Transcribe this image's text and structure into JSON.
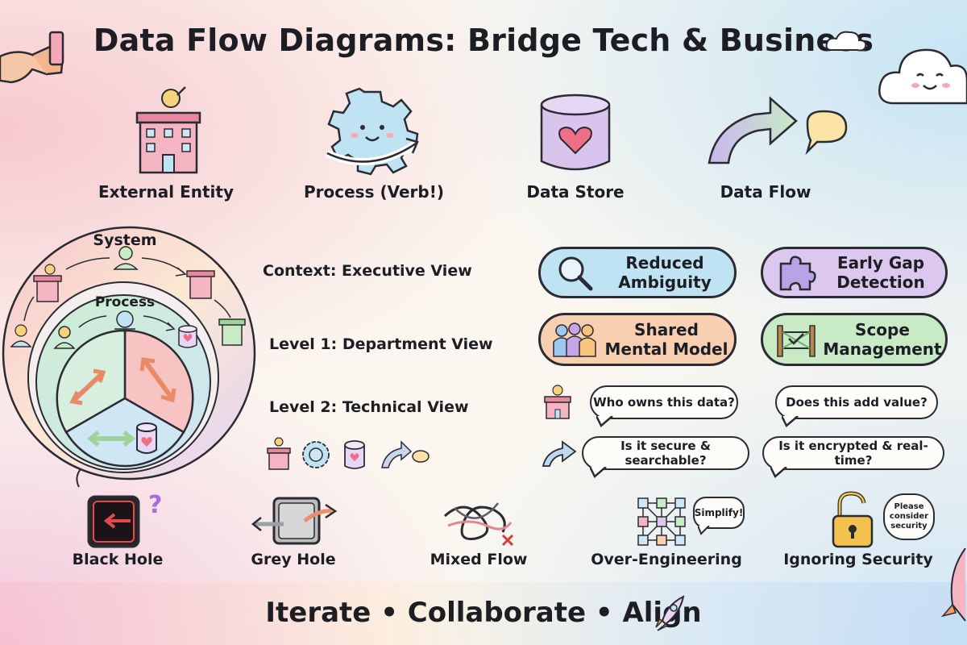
{
  "title": "Data Flow Diagrams: Bridge Tech & Business",
  "symbols": [
    {
      "label": "External Entity",
      "icon": "building-icon"
    },
    {
      "label": "Process (Verb!)",
      "icon": "gear-icon"
    },
    {
      "label": "Data Store",
      "icon": "cylinder-icon"
    },
    {
      "label": "Data Flow",
      "icon": "arrow-icon"
    }
  ],
  "diagram": {
    "outer_label": "System",
    "inner_label": "Process"
  },
  "levels": [
    "Context: Executive View",
    "Level 1: Department View",
    "Level 2: Technical View"
  ],
  "benefits": [
    {
      "line1": "Reduced",
      "line2": "Ambiguity",
      "color": "#bfe3f2",
      "icon": "magnifier-icon"
    },
    {
      "line1": "Early Gap",
      "line2": "Detection",
      "color": "#dcc7ef",
      "icon": "puzzle-icon"
    },
    {
      "line1": "Shared",
      "line2": "Mental Model",
      "color": "#f8cfb0",
      "icon": "people-icon"
    },
    {
      "line1": "Scope",
      "line2": "Management",
      "color": "#c8ebc6",
      "icon": "fence-icon"
    }
  ],
  "questions": [
    "Who owns this data?",
    "Does this add value?",
    "Is it secure & searchable?",
    "Is it encrypted & real-time?"
  ],
  "pitfalls": [
    {
      "label": "Black Hole",
      "icon": "black-hole-icon"
    },
    {
      "label": "Grey Hole",
      "icon": "grey-hole-icon"
    },
    {
      "label": "Mixed Flow",
      "icon": "tangle-icon"
    },
    {
      "label": "Over-Engineering",
      "icon": "network-icon",
      "bubble": "Simplify!"
    },
    {
      "label": "Ignoring Security",
      "icon": "padlock-icon",
      "bubble_lines": [
        "Please",
        "consider",
        "security"
      ]
    }
  ],
  "footer": "Iterate • Collaborate • Align",
  "colors": {
    "pink": "#f4b9c4",
    "blue": "#bfe3f2",
    "lavender": "#dcc7ef",
    "peach": "#f8cfb0",
    "mint": "#c8ebc6",
    "ink": "#2b2b33"
  }
}
